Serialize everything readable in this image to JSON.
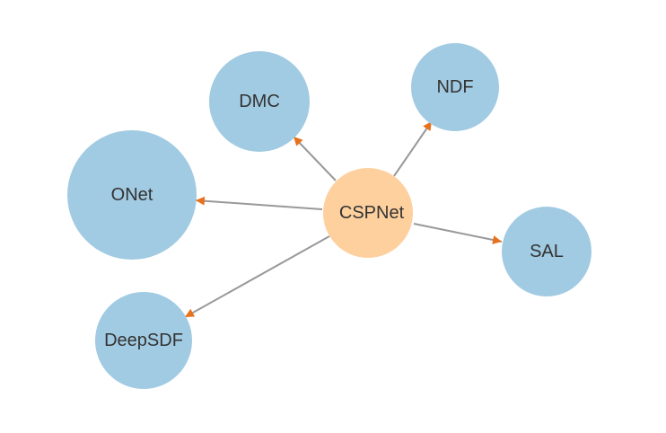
{
  "diagram": {
    "colors": {
      "center_node": "#FDD09E",
      "outer_node": "#A1CBE2",
      "edge": "#999999",
      "arrowhead": "#E8711C",
      "label": "#333333"
    },
    "center": {
      "label": "CSPNet"
    },
    "targets": [
      {
        "label": "DMC"
      },
      {
        "label": "NDF"
      },
      {
        "label": "ONet"
      },
      {
        "label": "SAL"
      },
      {
        "label": "DeepSDF"
      }
    ]
  }
}
